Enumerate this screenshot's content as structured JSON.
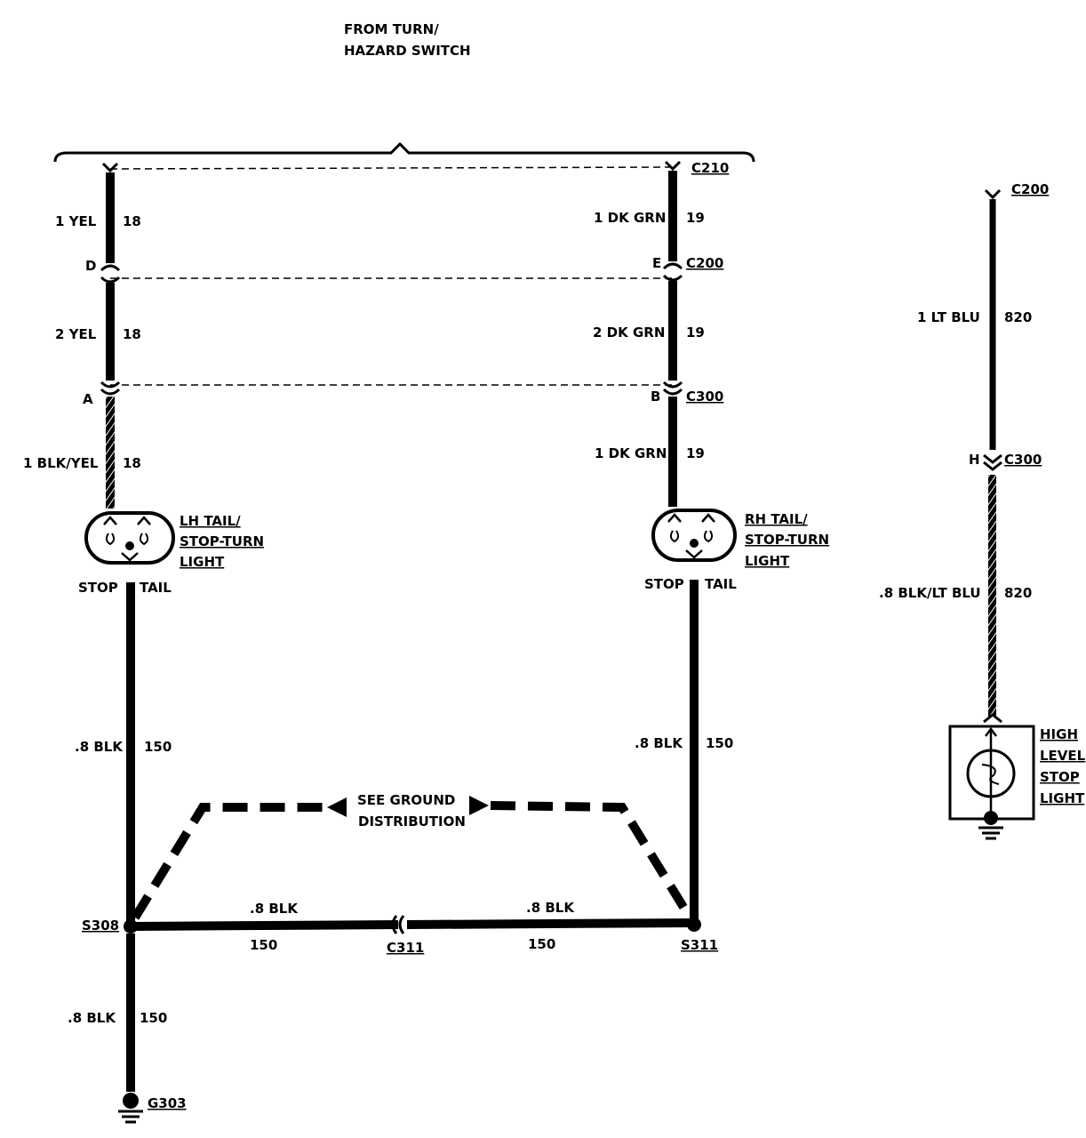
{
  "header": {
    "line1": "FROM TURN/",
    "line2": "HAZARD SWITCH"
  },
  "left": {
    "wire1_label": "1 YEL",
    "wire1_gauge": "18",
    "conn_d": "D",
    "wire2_label": "2 YEL",
    "wire2_gauge": "18",
    "conn_a": "A",
    "wire3_label": "1 BLK/YEL",
    "wire3_gauge": "18",
    "light_line1": "LH TAIL/",
    "light_line2": "STOP-TURN",
    "light_line3": "LIGHT",
    "stop": "STOP",
    "tail": "TAIL",
    "wire4_label": ".8 BLK",
    "wire4_gauge": "150"
  },
  "right": {
    "conn_c210": "C210",
    "wire1_label": "1 DK GRN",
    "wire1_gauge": "19",
    "conn_e": "E",
    "conn_c200": "C200",
    "wire2_label": "2 DK GRN",
    "wire2_gauge": "19",
    "conn_b": "B",
    "conn_c300": "C300",
    "wire3_label": "1 DK GRN",
    "wire3_gauge": "19",
    "light_line1": "RH TAIL/",
    "light_line2": "STOP-TURN",
    "light_line3": "LIGHT",
    "stop": "STOP",
    "tail": "TAIL",
    "wire4_label": ".8 BLK",
    "wire4_gauge": "150"
  },
  "ground": {
    "see_line1": "SEE GROUND",
    "see_line2": "DISTRIBUTION",
    "splice_left": "S308",
    "splice_right": "S311",
    "bottom_left_label": ".8 BLK",
    "bottom_left_gauge": "150",
    "bottom_right_label": ".8 BLK",
    "bottom_right_gauge": "150",
    "conn_c311": "C311",
    "down_label": ".8 BLK",
    "down_gauge": "150",
    "ground_g303": "G303"
  },
  "high": {
    "conn_c200": "C200",
    "wire1_label": "1 LT BLU",
    "wire1_gauge": "820",
    "conn_h": "H",
    "conn_c300": "C300",
    "wire2_label": ".8 BLK/LT BLU",
    "wire2_gauge": "820",
    "light_line1": "HIGH",
    "light_line2": "LEVEL",
    "light_line3": "STOP",
    "light_line4": "LIGHT"
  }
}
